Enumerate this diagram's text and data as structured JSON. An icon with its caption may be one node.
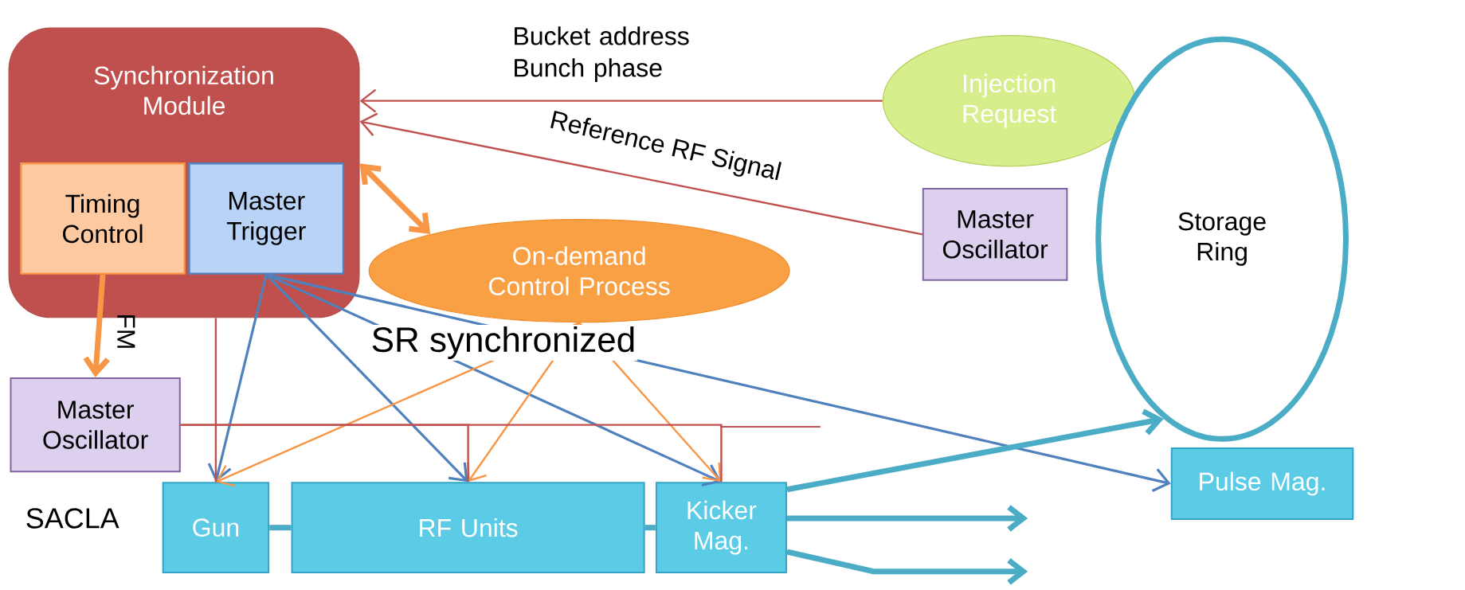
{
  "diagram": {
    "nodes": [
      {
        "text": [
          "Synchronization Module"
        ]
      },
      {
        "text": [
          "Timing Control"
        ],
        "in": 0
      },
      {
        "text": [
          "Master Trigger"
        ],
        "in": 0
      },
      {
        "text": [
          "Injection Request"
        ]
      },
      {
        "text": [
          "On-demand Control Process"
        ]
      },
      {
        "text": [
          "Master Oscillator"
        ]
      },
      {
        "text": [
          "Storage Ring"
        ]
      },
      {
        "text": [
          "Master Oscillator"
        ]
      },
      {
        "text": [
          "Gun"
        ]
      },
      {
        "text": [
          "RF Units"
        ]
      },
      {
        "text": [
          "Kicker Mag."
        ]
      },
      {
        "text": [
          "Pulse Mag."
        ]
      }
    ],
    "edges": [
      {
        "from": 3,
        "to": 0,
        "arrow": "to",
        "label": "Bucket address Bunch phase",
        "color": "#c0504d"
      },
      {
        "from": 5,
        "to": 0,
        "arrow": "to",
        "label": "Reference RF Signal",
        "color": "#c0504d"
      },
      {
        "from": 0,
        "to": 4,
        "arrow": "both",
        "style": "thick",
        "color": "#f79646"
      },
      {
        "from": 1,
        "to": 7,
        "arrow": "to",
        "label": "FM",
        "style": "thick",
        "color": "#f79646"
      },
      {
        "from": 2,
        "to": 8,
        "arrow": "to",
        "color": "#4f81bd"
      },
      {
        "from": 2,
        "to": 9,
        "arrow": "to",
        "color": "#4f81bd"
      },
      {
        "from": 2,
        "to": 10,
        "arrow": "to",
        "color": "#4f81bd"
      },
      {
        "from": 2,
        "to": 11,
        "arrow": "to",
        "color": "#4f81bd"
      },
      {
        "from": 4,
        "to": 8,
        "arrow": "to",
        "color": "#f79646"
      },
      {
        "from": 4,
        "to": 9,
        "arrow": "to",
        "color": "#f79646"
      },
      {
        "from": 4,
        "to": 10,
        "arrow": "to",
        "color": "#f79646"
      },
      {
        "from": 0,
        "to": 8,
        "arrow": "none",
        "color": "#c0504d"
      },
      {
        "from": 7,
        "to": 9,
        "arrow": "none",
        "color": "#c0504d"
      },
      {
        "from": 7,
        "to": 10,
        "arrow": "none",
        "color": "#c0504d"
      },
      {
        "from": 8,
        "to": 9,
        "arrow": "none",
        "style": "thick",
        "color": "#4bacc6"
      },
      {
        "from": 9,
        "to": 10,
        "arrow": "none",
        "style": "thick",
        "color": "#4bacc6"
      },
      {
        "from": 10,
        "to": 6,
        "arrow": "to",
        "style": "thick",
        "color": "#4bacc6"
      },
      {
        "from": 10,
        "to": null,
        "arrow": "to",
        "style": "thick",
        "color": "#4bacc6"
      },
      {
        "from": 10,
        "to": null,
        "arrow": "to",
        "style": "thick",
        "color": "#4bacc6"
      }
    ],
    "labels": [
      "SR synchronized",
      "SACLA"
    ]
  }
}
